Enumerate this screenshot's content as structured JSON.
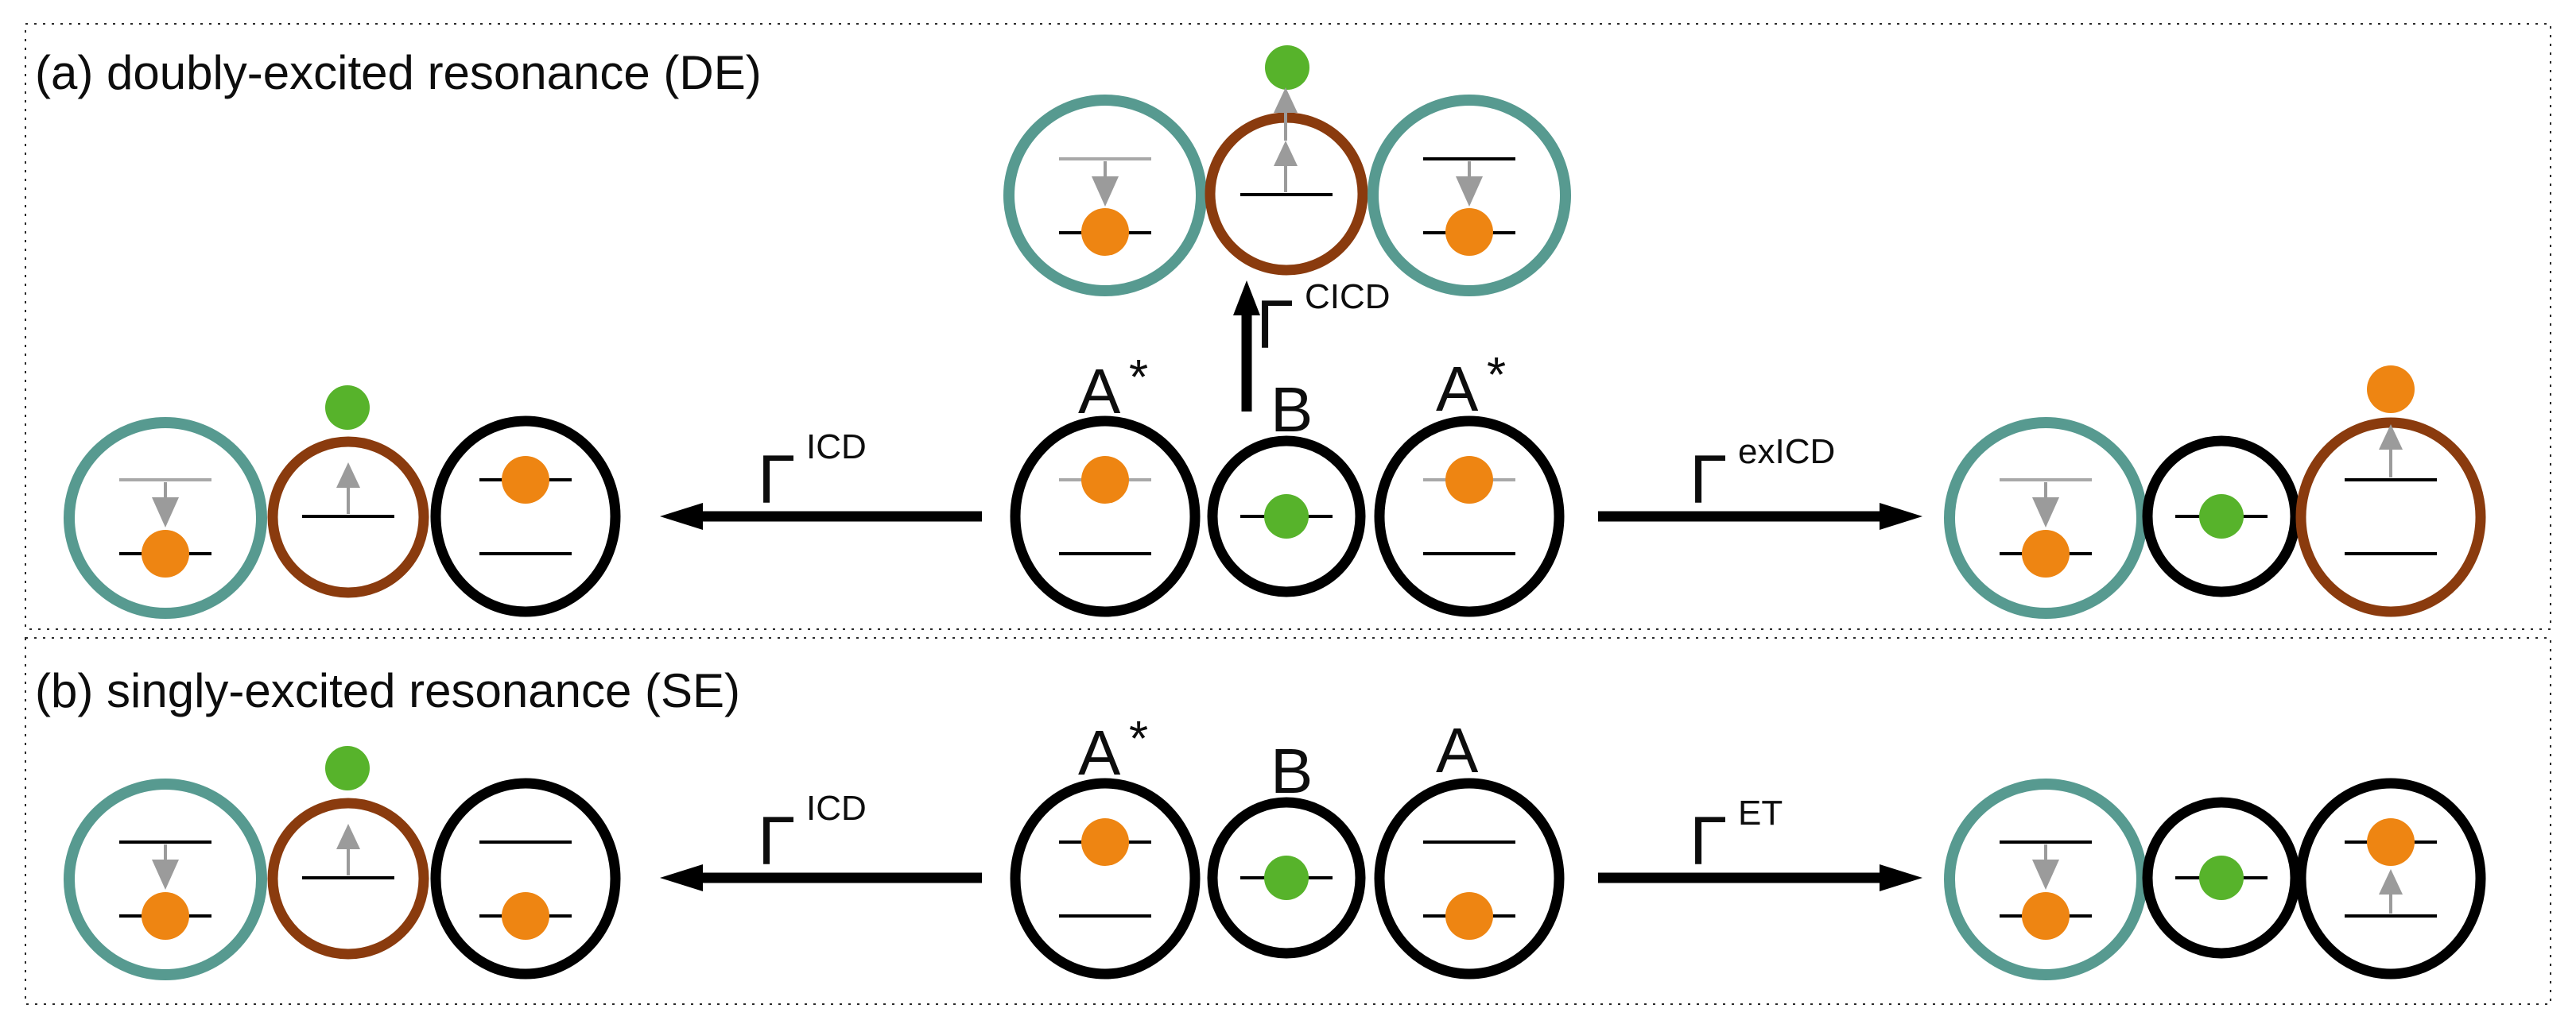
{
  "figure": {
    "type": "decay-pathway-diagram",
    "colors": {
      "atom_outline_black": "#000000",
      "relaxed_atom_teal": "#579a90",
      "ionized_atom_brown": "#8a3b0e",
      "electron_orange": "#ee8512",
      "electron_green": "#57b32b",
      "transition_gray": "#9b9b9b"
    },
    "panels": {
      "a": {
        "label": "(a) doubly-excited resonance (DE)",
        "atoms": {
          "left": {
            "base": "A",
            "sup": "*"
          },
          "middle": {
            "base": "B",
            "sup": ""
          },
          "right": {
            "base": "A",
            "sup": "*"
          }
        },
        "rates": {
          "icd": {
            "gamma": "Γ",
            "sup": "ICD"
          },
          "cicd": {
            "gamma": "Γ",
            "sup": "CICD"
          },
          "exicd": {
            "gamma": "Γ",
            "sup": "exICD"
          }
        }
      },
      "b": {
        "label": "(b) singly-excited resonance (SE)",
        "atoms": {
          "left": {
            "base": "A",
            "sup": "*"
          },
          "middle": {
            "base": "B",
            "sup": ""
          },
          "right": {
            "base": "A",
            "sup": ""
          }
        },
        "rates": {
          "icd": {
            "gamma": "Γ",
            "sup": "ICD"
          },
          "et": {
            "gamma": "Γ",
            "sup": "ET"
          }
        }
      }
    }
  }
}
